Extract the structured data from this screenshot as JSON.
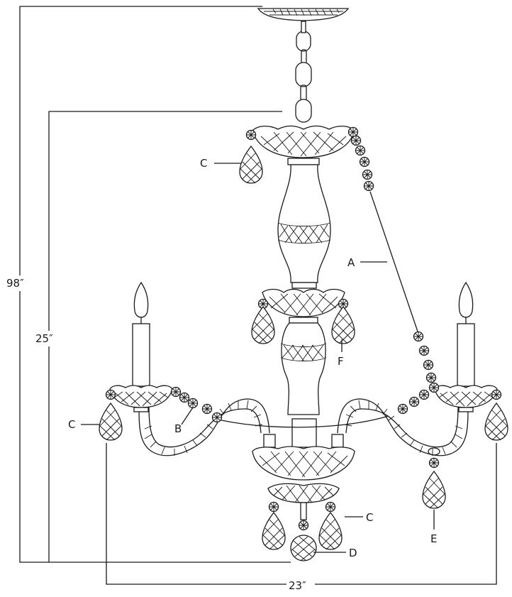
{
  "dimensions": {
    "overall_height": "98″",
    "body_height": "25″",
    "width": "23″"
  },
  "callouts": {
    "a": "A",
    "b": "B",
    "c": "C",
    "d": "D",
    "e": "E",
    "f": "F"
  },
  "colors": {
    "line": "#1a1a1a",
    "background": "#ffffff"
  }
}
